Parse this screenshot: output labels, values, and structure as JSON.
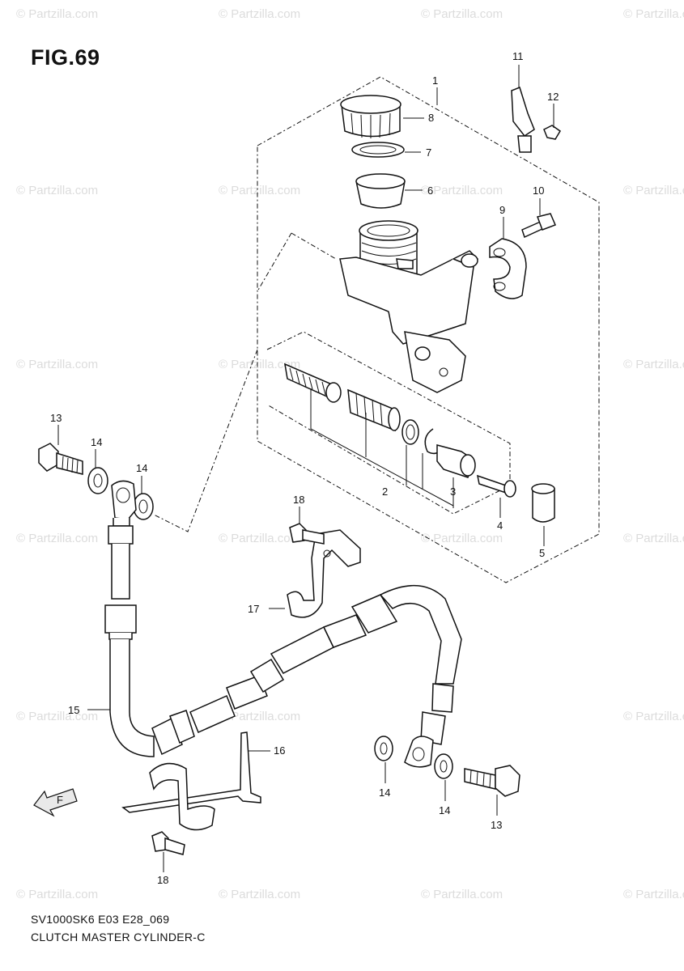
{
  "figure_title": "FIG.69",
  "footer": {
    "model_code": "SV1000SK6 E03 E28_069",
    "assembly_name": "CLUTCH MASTER CYLINDER-C"
  },
  "watermark": "© Partzilla.com",
  "front_arrow_label": "F",
  "callouts": [
    {
      "id": "c1",
      "label": "1"
    },
    {
      "id": "c2",
      "label": "2"
    },
    {
      "id": "c3",
      "label": "3"
    },
    {
      "id": "c4",
      "label": "4"
    },
    {
      "id": "c5",
      "label": "5"
    },
    {
      "id": "c6",
      "label": "6"
    },
    {
      "id": "c7",
      "label": "7"
    },
    {
      "id": "c8",
      "label": "8"
    },
    {
      "id": "c9",
      "label": "9"
    },
    {
      "id": "c10",
      "label": "10"
    },
    {
      "id": "c11",
      "label": "11"
    },
    {
      "id": "c12",
      "label": "12"
    },
    {
      "id": "c13a",
      "label": "13"
    },
    {
      "id": "c14a",
      "label": "14"
    },
    {
      "id": "c14b",
      "label": "14"
    },
    {
      "id": "c15",
      "label": "15"
    },
    {
      "id": "c16",
      "label": "16"
    },
    {
      "id": "c17",
      "label": "17"
    },
    {
      "id": "c18a",
      "label": "18"
    },
    {
      "id": "c18b",
      "label": "18"
    },
    {
      "id": "c14c",
      "label": "14"
    },
    {
      "id": "c14d",
      "label": "14"
    },
    {
      "id": "c13b",
      "label": "13"
    }
  ]
}
